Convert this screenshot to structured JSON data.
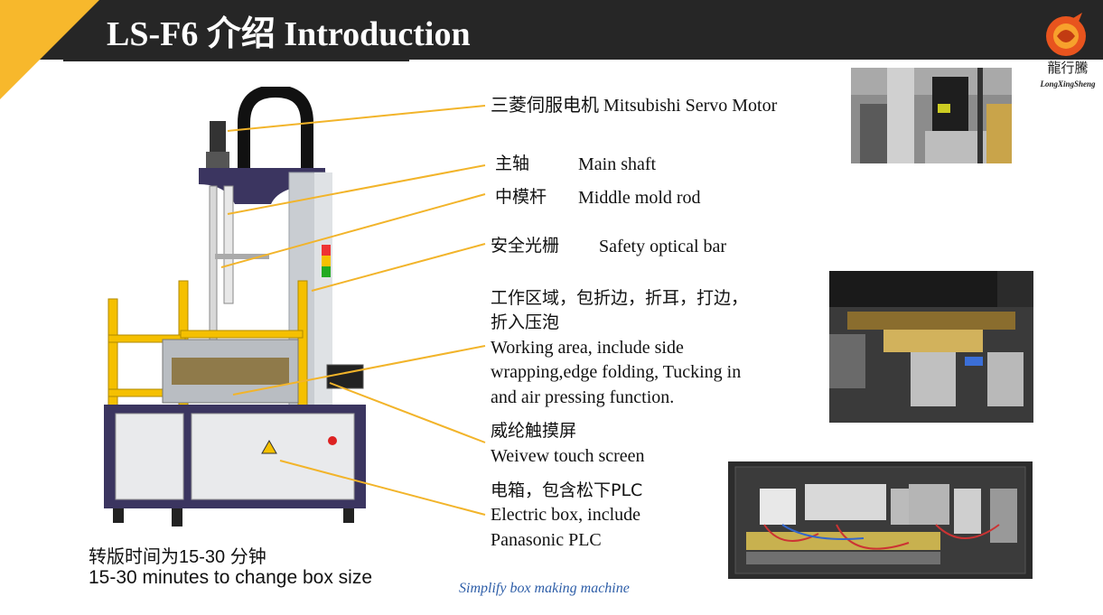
{
  "header": {
    "title": "LS-F6 介绍 Introduction",
    "logo_text_cn": "龍行騰",
    "logo_text_en": "LongXingSheng",
    "accent_color": "#f7b82c",
    "bar_color": "#262626"
  },
  "labels": {
    "servo_motor": "三菱伺服电机 Mitsubishi Servo Motor",
    "main_shaft_cn": "主轴",
    "main_shaft_en": "Main shaft",
    "middle_mold_cn": "中模杆",
    "middle_mold_en": "Middle mold rod",
    "safety_cn": "安全光栅",
    "safety_en": "Safety optical bar",
    "working_cn_1": "工作区域，包折边，折耳，打边，",
    "working_cn_2": "折入压泡",
    "working_en_1": "Working area, include side",
    "working_en_2": "wrapping,edge folding, Tucking in",
    "working_en_3": "and air pressing function.",
    "touch_cn": "威纶触摸屏",
    "touch_en": "Weivew touch screen",
    "electric_cn": "电箱，包含松下PLC",
    "electric_en_1": "Electric box, include",
    "electric_en_2": "Panasonic PLC"
  },
  "bottom": {
    "change_time_cn": "转版时间为15-30 分钟",
    "change_time_en": "15-30 minutes to change box size"
  },
  "footer": {
    "tagline": "Simplify box making machine"
  }
}
